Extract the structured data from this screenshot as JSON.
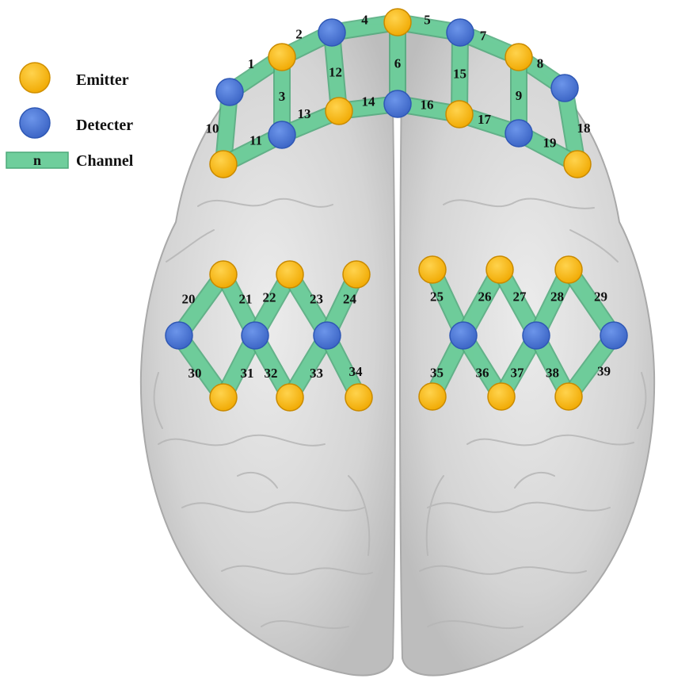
{
  "legend": {
    "emitter_label": "Emitter",
    "detector_label": "Detecter",
    "channel_symbol": "n",
    "channel_label": "Channel"
  },
  "colors": {
    "emitter": "#f7b614",
    "detector": "#4a76d4",
    "channel": "#6fce9c",
    "channel_edge": "#4daa7a",
    "brain_fill": "#d9d9d9",
    "brain_edge": "#a8a8a8"
  },
  "optodes": {
    "E1": "emitter",
    "E2": "emitter",
    "E3": "emitter",
    "E4": "emitter",
    "E5": "emitter",
    "E6": "emitter",
    "E7": "emitter",
    "D1": "detector",
    "D2": "detector",
    "D3": "detector",
    "D4": "detector",
    "D5": "detector",
    "D6": "detector",
    "LE1": "emitter",
    "LE2": "emitter",
    "LE3": "emitter",
    "LE4": "emitter",
    "LE5": "emitter",
    "LE6": "emitter",
    "LD1": "detector",
    "LD2": "detector",
    "LD3": "detector",
    "RE1": "emitter",
    "RE2": "emitter",
    "RE3": "emitter",
    "RE4": "emitter",
    "RE5": "emitter",
    "RE6": "emitter",
    "RD1": "detector",
    "RD2": "detector",
    "RD3": "detector"
  },
  "channels": [
    {
      "n": "1",
      "from": "D1",
      "to": "E2"
    },
    {
      "n": "2",
      "from": "E2",
      "to": "D2"
    },
    {
      "n": "3",
      "from": "E2",
      "to": "D3"
    },
    {
      "n": "4",
      "from": "D2",
      "to": "E4"
    },
    {
      "n": "5",
      "from": "E4",
      "to": "D5"
    },
    {
      "n": "6",
      "from": "E4",
      "to": "D4"
    },
    {
      "n": "7",
      "from": "D5",
      "to": "E6"
    },
    {
      "n": "8",
      "from": "E6",
      "to": "D6"
    },
    {
      "n": "9",
      "from": "E6",
      "to": "D7"
    },
    {
      "n": "10",
      "from": "D1",
      "to": "E1"
    },
    {
      "n": "11",
      "from": "E1",
      "to": "D3"
    },
    {
      "n": "12",
      "from": "D2",
      "to": "E3"
    },
    {
      "n": "13",
      "from": "D3",
      "to": "E3"
    },
    {
      "n": "14",
      "from": "E3",
      "to": "D4"
    },
    {
      "n": "15",
      "from": "D5",
      "to": "E5"
    },
    {
      "n": "16",
      "from": "D4",
      "to": "E5"
    },
    {
      "n": "17",
      "from": "E5",
      "to": "D7"
    },
    {
      "n": "18",
      "from": "D6",
      "to": "E7"
    },
    {
      "n": "19",
      "from": "D7",
      "to": "E7"
    },
    {
      "n": "20",
      "from": "LE1",
      "to": "LD1"
    },
    {
      "n": "21",
      "from": "LE1",
      "to": "LD2"
    },
    {
      "n": "22",
      "from": "LE2",
      "to": "LD2"
    },
    {
      "n": "23",
      "from": "LE2",
      "to": "LD3"
    },
    {
      "n": "24",
      "from": "LE3",
      "to": "LD3"
    },
    {
      "n": "25",
      "from": "RE1",
      "to": "RD1"
    },
    {
      "n": "26",
      "from": "RE2",
      "to": "RD1"
    },
    {
      "n": "27",
      "from": "RE2",
      "to": "RD2"
    },
    {
      "n": "28",
      "from": "RE3",
      "to": "RD2"
    },
    {
      "n": "29",
      "from": "RE3",
      "to": "RD3"
    },
    {
      "n": "30",
      "from": "LD1",
      "to": "LE4"
    },
    {
      "n": "31",
      "from": "LD2",
      "to": "LE4"
    },
    {
      "n": "32",
      "from": "LD2",
      "to": "LE5"
    },
    {
      "n": "33",
      "from": "LD3",
      "to": "LE5"
    },
    {
      "n": "34",
      "from": "LD3",
      "to": "LE6"
    },
    {
      "n": "35",
      "from": "RD1",
      "to": "RE4"
    },
    {
      "n": "36",
      "from": "RD1",
      "to": "RE5"
    },
    {
      "n": "37",
      "from": "RD2",
      "to": "RE5"
    },
    {
      "n": "38",
      "from": "RD2",
      "to": "RE6"
    },
    {
      "n": "39",
      "from": "RD3",
      "to": "RE6"
    }
  ]
}
